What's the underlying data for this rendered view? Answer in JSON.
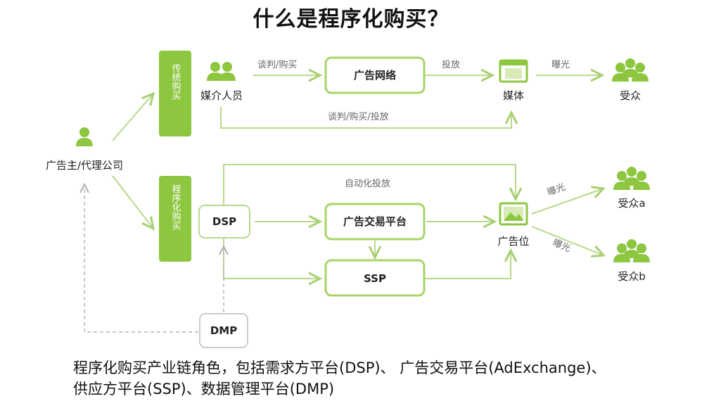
{
  "title": "什么是程序化购买？",
  "colors": {
    "green": "#8dc63f",
    "line": "#b9d98c",
    "dashed": "#b5b5b5"
  },
  "nodes": {
    "advertiser": "广告主/代理公司",
    "media_buyer": "媒介人员",
    "ad_network": "广告网络",
    "media": "媒体",
    "audience": "受众",
    "dsp": "DSP",
    "ad_exchange": "广告交易平台",
    "ssp": "SSP",
    "dmp": "DMP",
    "ad_slot": "广告位",
    "audience_a": "受众a",
    "audience_b": "受众b"
  },
  "bars": {
    "traditional": "传统购买",
    "programmatic": "程序化购买"
  },
  "edges": {
    "negotiate_buy": "谈判/购买",
    "deliver": "投放",
    "exposure_top": "曝光",
    "negotiate_buy_deliver": "谈判/购买/投放",
    "auto_deliver": "自动化投放",
    "exposure_a": "曝光",
    "exposure_b": "曝光"
  },
  "caption": {
    "line1": "程序化购买产业链角色，包括需求方平台(DSP)、 广告交易平台(AdExchange)、",
    "line2": "供应方平台(SSP)、数据管理平台(DMP)"
  }
}
